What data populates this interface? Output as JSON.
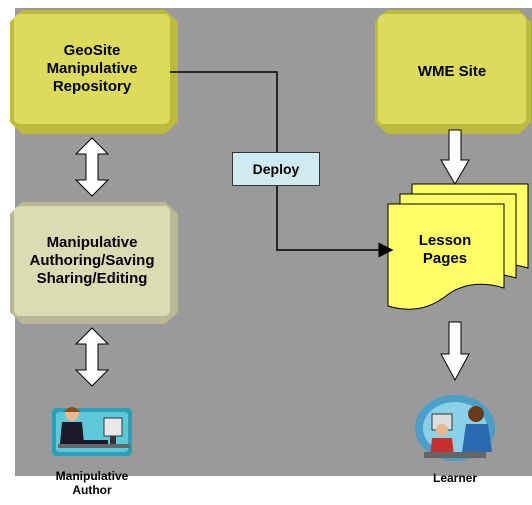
{
  "nodes": {
    "repository": {
      "label": "GeoSite\nManipulative\nRepository"
    },
    "wme_site": {
      "label": "WME Site"
    },
    "authoring": {
      "label": "Manipulative\nAuthoring/Saving\nSharing/Editing"
    },
    "lesson_pages": {
      "label": "Lesson\nPages"
    },
    "deploy": {
      "label": "Deploy"
    }
  },
  "actors": {
    "author": {
      "label": "Manipulative\nAuthor",
      "icon": "computer-user-icon"
    },
    "learner": {
      "label": "Learner",
      "icon": "learners-at-computer-icon"
    }
  },
  "colors": {
    "background": "#9a9a9a",
    "repository_box": "#dcdc5c",
    "authoring_box": "#dcdcb4",
    "lesson_page": "#ffff66",
    "deploy_box": "#cfeaf0",
    "arrow_fill": "#ffffff"
  }
}
